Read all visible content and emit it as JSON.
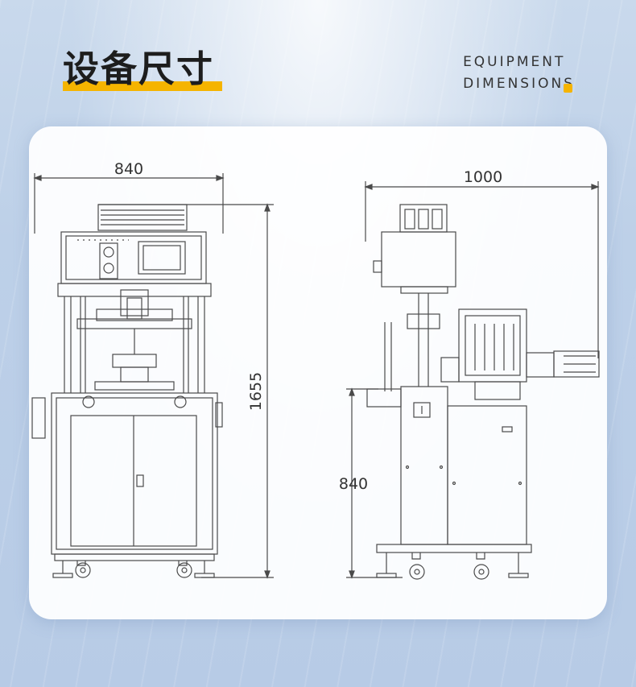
{
  "header": {
    "title": "设备尺寸",
    "subtitle_line1": "EQUIPMENT",
    "subtitle_line2": "DIMENSIONS"
  },
  "dimensions": {
    "front_width": "840",
    "front_height": "1655",
    "side_width": "1000",
    "side_table_height": "840"
  },
  "colors": {
    "accent": "#f5b400",
    "line": "#4a4a4a"
  }
}
